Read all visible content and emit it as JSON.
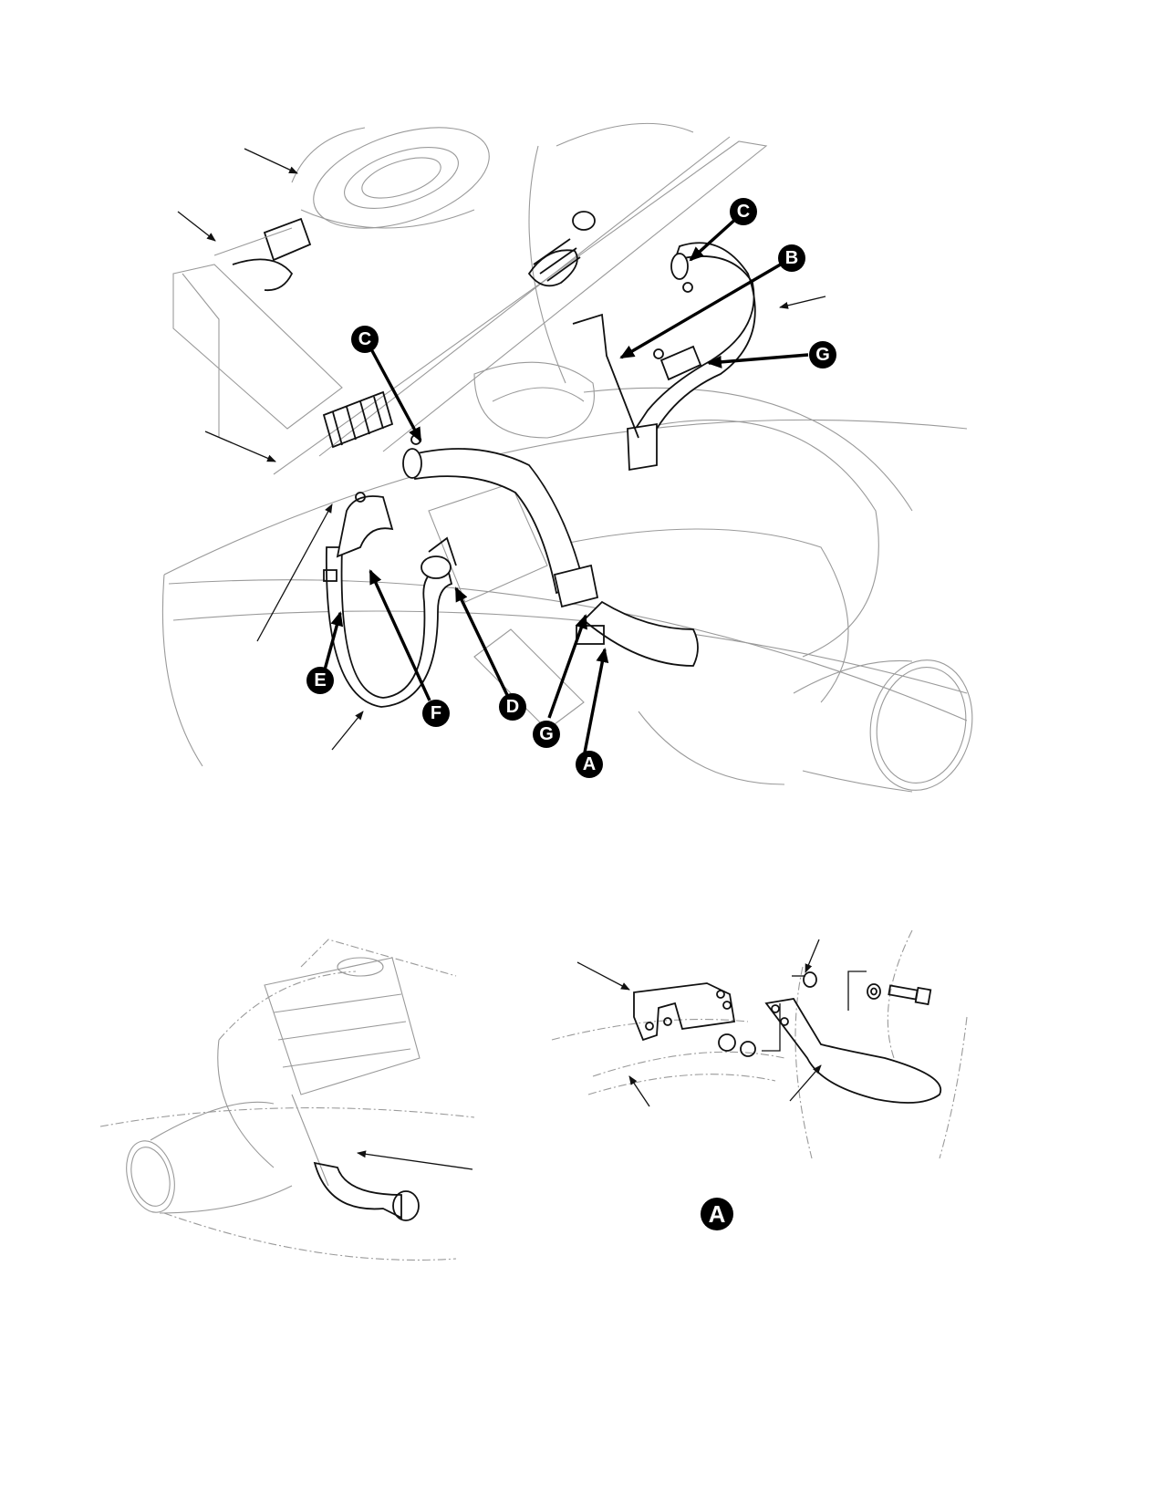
{
  "callouts": {
    "a": "A",
    "b": "B",
    "c": "C",
    "d": "D",
    "e": "E",
    "f": "F",
    "g": "G"
  },
  "detail_view_label": "A",
  "colors": {
    "ink": "#111111",
    "ghost": "#9a9a9a",
    "badge": "#000000",
    "badge_text": "#ffffff"
  }
}
